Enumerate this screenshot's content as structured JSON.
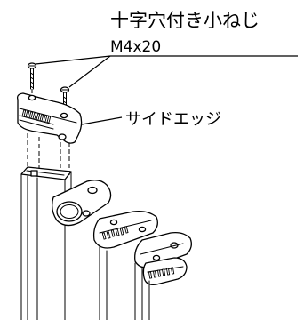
{
  "labels": {
    "screw_name": "十字穴付き小ねじ",
    "screw_size": "M4x20",
    "part_name": "サイドエッジ"
  },
  "colors": {
    "line": "#000000",
    "background": "#ffffff"
  },
  "icons": {
    "screws": "phillips-screw-icon"
  }
}
